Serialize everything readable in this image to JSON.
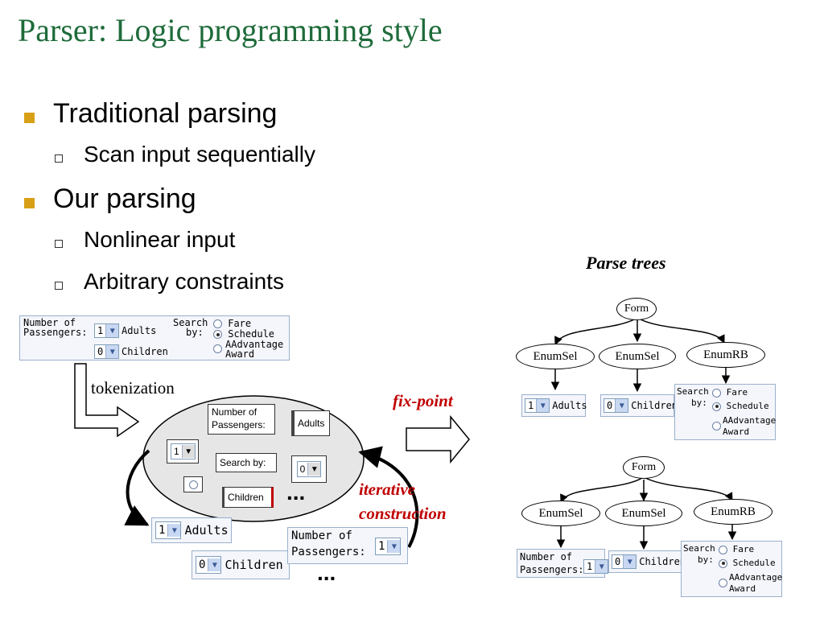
{
  "slide": {
    "title": "Parser: Logic programming style",
    "bullets": [
      {
        "text": "Traditional parsing",
        "sub": [
          "Scan input sequentially"
        ]
      },
      {
        "text": "Our parsing",
        "sub": [
          "Nonlinear input",
          "Arbitrary constraints"
        ]
      }
    ]
  },
  "form": {
    "passengers_label_1": "Number of",
    "passengers_label_2": "Passengers:",
    "adults_value": "1",
    "adults_label": "Adults",
    "children_value": "0",
    "children_label": "Children",
    "search_label_1": "Search",
    "search_label_2": "by:",
    "options": [
      "Fare",
      "Schedule",
      "AAdvantage",
      "Award"
    ],
    "selected_option": "Schedule"
  },
  "diagram": {
    "tokenization_label": "tokenization",
    "fixpoint_label": "fix-point",
    "iterative_label_1": "iterative",
    "iterative_label_2": "construction",
    "ellipsis": "...",
    "tokens": {
      "number_of": "Number of",
      "passengers": "Passengers:",
      "adults": "Adults",
      "search_by": "Search by:",
      "one": "1",
      "zero": "0",
      "children": "Children"
    }
  },
  "parse_trees": {
    "title": "Parse trees",
    "root": "Form",
    "children": [
      "EnumSel",
      "EnumSel",
      "EnumRB"
    ]
  },
  "colors": {
    "title": "#1e6b3a",
    "bullet_l1": "#d8a017",
    "highlight_red": "#c00000",
    "form_border": "#9bb0cc"
  }
}
